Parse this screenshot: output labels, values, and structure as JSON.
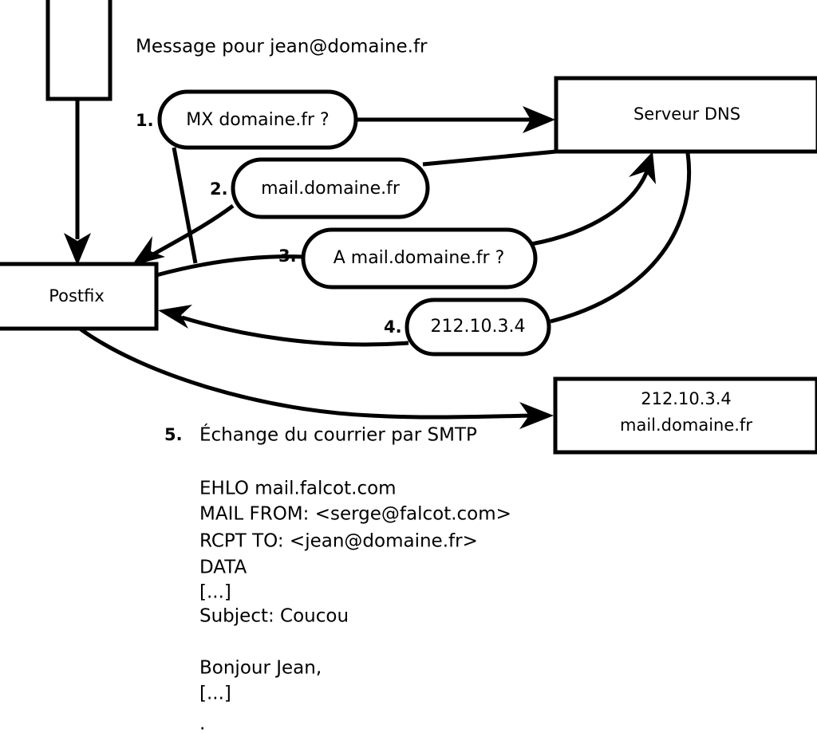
{
  "diagram": {
    "title_text": "Message pour jean@domaine.fr",
    "nodes": {
      "mua": {
        "label": ""
      },
      "postfix": {
        "label": "Postfix"
      },
      "dns": {
        "label": "Serveur DNS"
      },
      "mailserver": {
        "line1": "212.10.3.4",
        "line2": "mail.domaine.fr"
      }
    },
    "steps": [
      {
        "num": "1.",
        "label": "MX domaine.fr ?"
      },
      {
        "num": "2.",
        "label": "mail.domaine.fr"
      },
      {
        "num": "3.",
        "label": "A mail.domaine.fr ?"
      },
      {
        "num": "4.",
        "label": "212.10.3.4"
      },
      {
        "num": "5.",
        "label": "Échange du courrier par SMTP"
      }
    ],
    "smtp_transcript": [
      "EHLO mail.falcot.com",
      "MAIL FROM: <serge@falcot.com>",
      "RCPT TO: <jean@domaine.fr>",
      "DATA",
      "[...]",
      "Subject: Coucou",
      "",
      "Bonjour Jean,",
      "[...]",
      "."
    ],
    "colors": {
      "stroke": "#000000",
      "fill": "#ffffff",
      "text": "#000000"
    }
  }
}
